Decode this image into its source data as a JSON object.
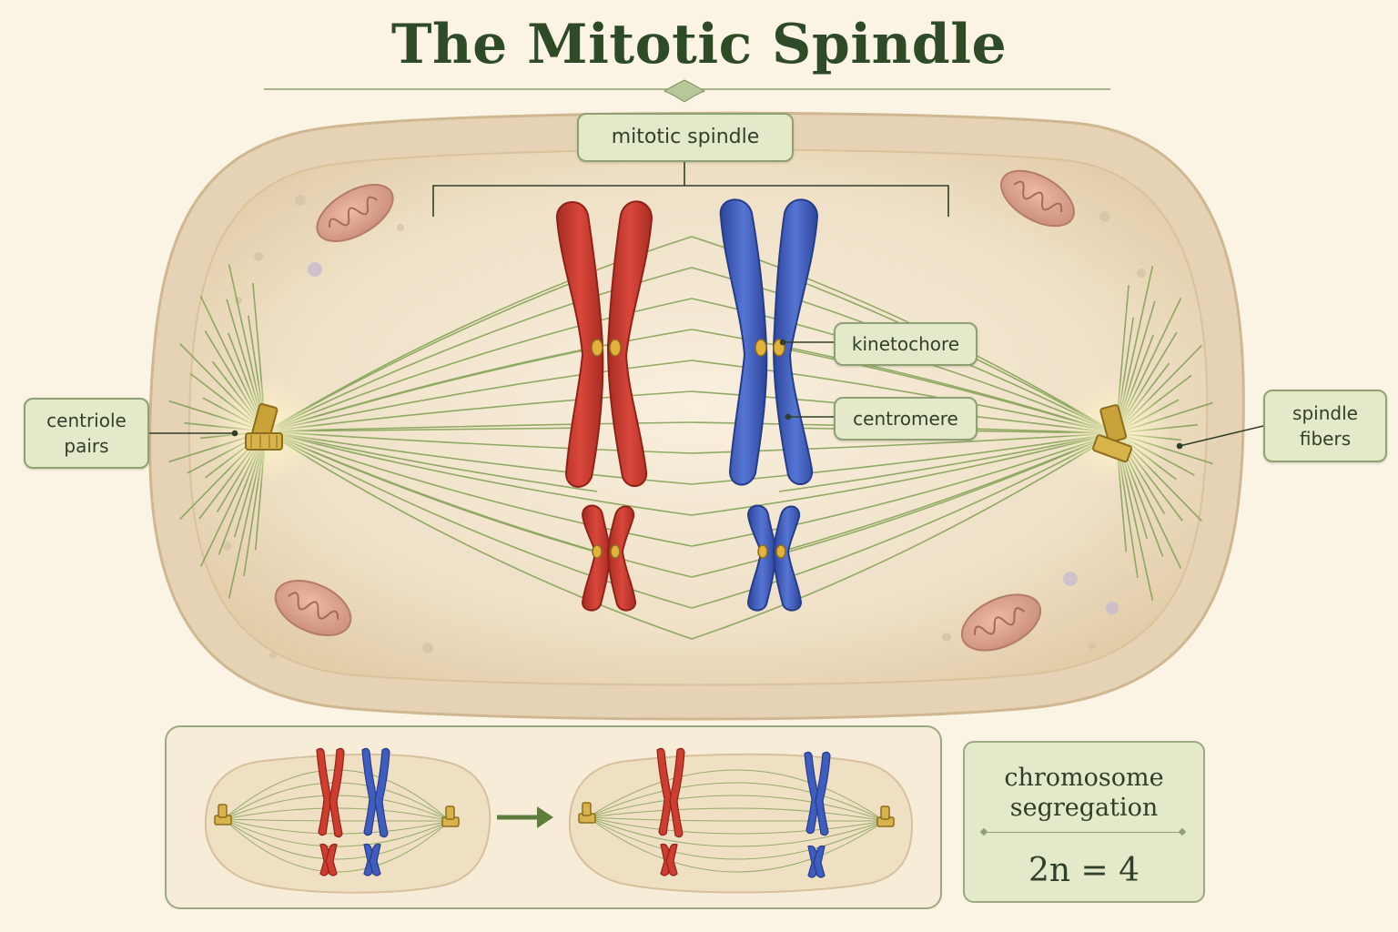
{
  "title": "The Mitotic Spindle",
  "labels": {
    "mitotic_spindle": "mitotic spindle",
    "kinetochore": "kinetochore",
    "centromere": "centromere",
    "centriole_pairs": "centriole pairs",
    "spindle_fibers": "spindle fibers"
  },
  "inset": {
    "caption": "chromosome segregation",
    "equation": "2n = 4"
  },
  "colors": {
    "chromosome_maternal": "#c9382e",
    "chromosome_paternal": "#3f5cbf",
    "spindle_fiber": "#7f9e52",
    "centriole": "#c9a23a",
    "cell_membrane": "#e6d3b5",
    "label_fill": "#e3e9c9",
    "title": "#2f4a26"
  }
}
